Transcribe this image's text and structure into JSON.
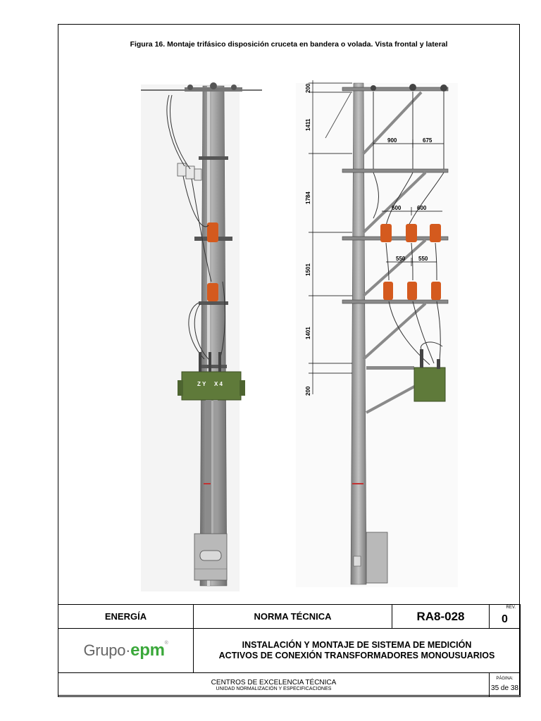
{
  "figure": {
    "title": "Figura 16. Montaje trifásico disposición cruceta en bandera o volada. Vista frontal y lateral",
    "dimensions": {
      "vertical": [
        "200",
        "1411",
        "1784",
        "1501",
        "1401",
        "200"
      ],
      "top_spacing": [
        "900",
        "675"
      ],
      "mid_spacing": [
        "600",
        "600"
      ],
      "low_spacing": [
        "550",
        "550"
      ]
    },
    "transformer_labels": [
      "Z Y",
      "X 4"
    ]
  },
  "footer": {
    "area": "ENERGÍA",
    "doc_type": "NORMA TÉCNICA",
    "code": "RA8-028",
    "rev_label": "REV.",
    "rev": "0",
    "logo_grupo": "Grupo·",
    "logo_epm": "epm",
    "logo_reg": "®",
    "title_line1": "INSTALACIÓN Y MONTAJE DE SISTEMA DE MEDICIÓN",
    "title_line2": "ACTIVOS DE CONEXIÓN TRANSFORMADORES MONOUSUARIOS",
    "center_name": "CENTROS DE EXCELENCIA  TÉCNICA",
    "center_sub": "UNIDAD NORMALIZACIÓN Y ESPECIFICACIONES",
    "page_label": "PÁGINA:",
    "page_value": "35 de 38"
  },
  "colors": {
    "pole": "#9a9a9a",
    "pole_dark": "#6e6e6e",
    "insulator": "#d45a1e",
    "transformer": "#5f7a3a",
    "logo_green": "#3aa83a"
  }
}
